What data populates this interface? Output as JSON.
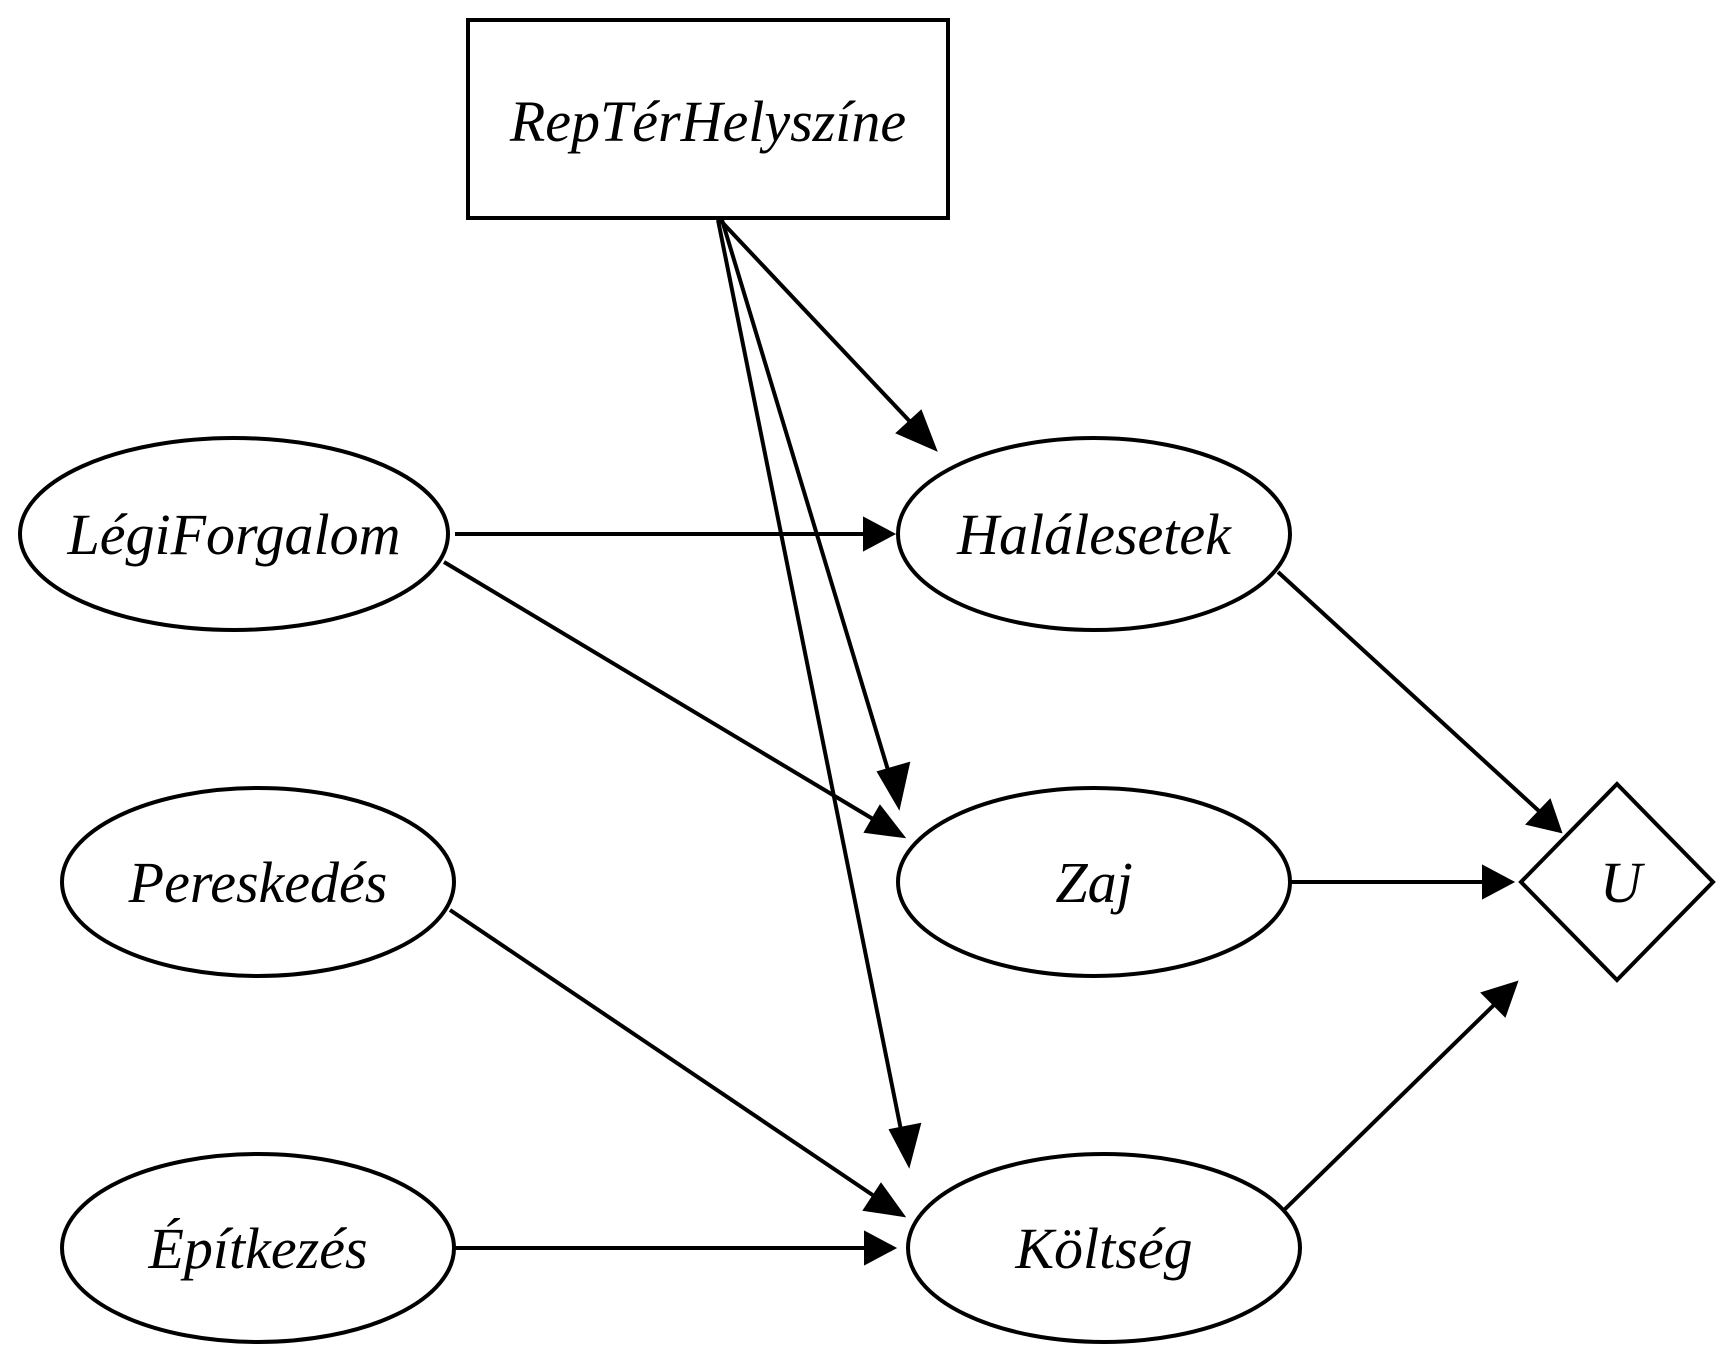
{
  "diagram": {
    "nodes": [
      {
        "id": "repter",
        "label": "RepTérHelyszíne",
        "shape": "decision"
      },
      {
        "id": "legi",
        "label": "LégiForgalom",
        "shape": "chance"
      },
      {
        "id": "peresk",
        "label": "Pereskedés",
        "shape": "chance"
      },
      {
        "id": "epitk",
        "label": "Építkezés",
        "shape": "chance"
      },
      {
        "id": "halal",
        "label": "Halálesetek",
        "shape": "chance"
      },
      {
        "id": "zaj",
        "label": "Zaj",
        "shape": "chance"
      },
      {
        "id": "koltseg",
        "label": "Költség",
        "shape": "chance"
      },
      {
        "id": "u",
        "label": "U",
        "shape": "utility"
      }
    ],
    "edges": [
      {
        "from": "repter",
        "to": "halal"
      },
      {
        "from": "repter",
        "to": "zaj"
      },
      {
        "from": "repter",
        "to": "koltseg"
      },
      {
        "from": "legi",
        "to": "halal"
      },
      {
        "from": "legi",
        "to": "zaj"
      },
      {
        "from": "peresk",
        "to": "koltseg"
      },
      {
        "from": "epitk",
        "to": "koltseg"
      },
      {
        "from": "halal",
        "to": "u"
      },
      {
        "from": "zaj",
        "to": "u"
      },
      {
        "from": "koltseg",
        "to": "u"
      }
    ]
  }
}
